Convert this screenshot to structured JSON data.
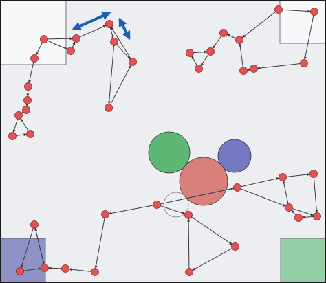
{
  "colors": {
    "background": "#eceef2",
    "frame": "#1a1a1a",
    "node_fill": "#e35353",
    "node_stroke": "#8a2a2a",
    "edge": "#3a3a3a",
    "highlight_arrow": "#1e5fb0",
    "corner_region": "#f7f8fa",
    "zone_blue": "#8e92c4",
    "zone_green": "#95cfa8",
    "obstacle_green": "#5cb874",
    "obstacle_blue": "#7478c2",
    "obstacle_red": "#d9807c",
    "empty_circle": "#555555"
  },
  "regions": [
    {
      "name": "top-left-region",
      "color": "corner_region"
    },
    {
      "name": "top-right-region",
      "color": "corner_region"
    },
    {
      "name": "bottom-left-zone",
      "color": "zone_blue"
    },
    {
      "name": "bottom-right-zone",
      "color": "zone_green"
    }
  ],
  "obstacles": [
    {
      "name": "obstacle-green",
      "color": "obstacle_green"
    },
    {
      "name": "obstacle-blue",
      "color": "obstacle_blue"
    },
    {
      "name": "obstacle-red",
      "color": "obstacle_red"
    },
    {
      "name": "empty-circle",
      "color": "empty_circle"
    }
  ]
}
